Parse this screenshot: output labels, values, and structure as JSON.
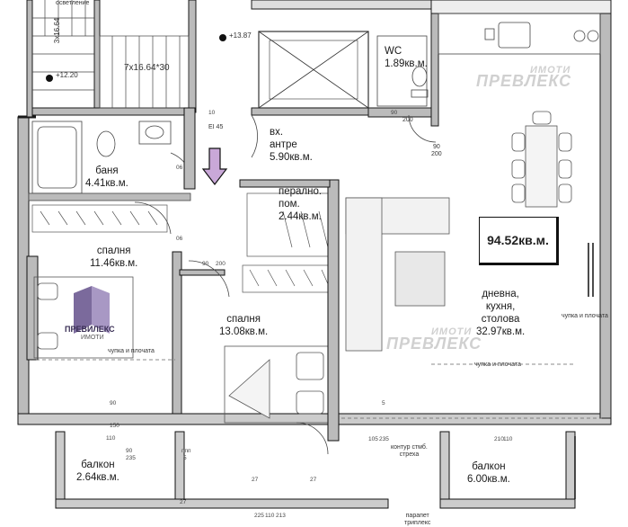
{
  "rooms": [
    {
      "id": "bath",
      "name": "баня",
      "area": "4.41кв.м."
    },
    {
      "id": "bed1",
      "name": "спалня",
      "area": "11.46кв.м."
    },
    {
      "id": "bed2",
      "name": "спалня",
      "area": "13.08кв.м."
    },
    {
      "id": "hall",
      "name": "вх.\nантре",
      "area": "5.90кв.м."
    },
    {
      "id": "laundry",
      "name": "перално.\nпом.",
      "area": "2.44кв.м."
    },
    {
      "id": "wc",
      "name": "WC",
      "area": "1.89кв.м."
    },
    {
      "id": "living",
      "name": "дневна,\nкухня,\nстолова",
      "area": "32.97кв.м."
    },
    {
      "id": "balcony1",
      "name": "балкон",
      "area": "2.64кв.м."
    },
    {
      "id": "balcony2",
      "name": "балкон",
      "area": "6.00кв.м."
    }
  ],
  "total_area": "94.52кв.м.",
  "elevations": {
    "e1": "+13.87",
    "e2": "+12.20"
  },
  "stair_label": "7x16.64*30",
  "stair_side": "3x16.64",
  "lighting_label": "осветление",
  "door_codes": {
    "ei": "EI 45",
    "d90_200": "90\n200",
    "d200": "200"
  },
  "dims": [
    "90",
    "200",
    "10",
    "06",
    "90",
    "200",
    "150",
    "110",
    "90",
    "235",
    "5",
    "ппп",
    "105",
    "235",
    "210",
    "110",
    "225",
    "110",
    "213",
    "27",
    "27",
    "27",
    "5"
  ],
  "notes": {
    "contour": "контур стмб.\nстреха",
    "parapet": "парапет\nтриплекс",
    "window_sill": "чупка и плочата"
  },
  "watermark": {
    "line1": "ПРЕВ",
    "line2": "ИМОТИ",
    "line3": "ЛЕКС"
  },
  "brand": {
    "name": "ПРЕВИЛЕКС",
    "sub": "ИМОТИ"
  }
}
